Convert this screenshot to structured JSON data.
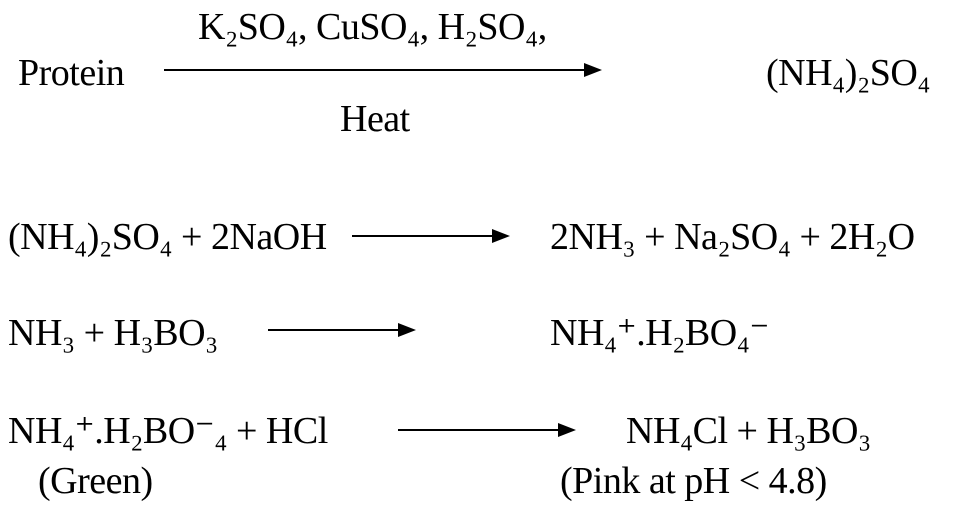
{
  "reaction1": {
    "reactant": "Protein",
    "conditions_top": "K₂SO₄, CuSO₄, H₂SO₄,",
    "conditions_bottom": "Heat",
    "product": "(NH₄)₂SO₄"
  },
  "reaction2": {
    "reactants": "(NH₄)₂SO₄ + 2NaOH",
    "products": "2NH₃ + Na₂SO₄ + 2H₂O"
  },
  "reaction3": {
    "reactants": "NH₃ + H₃BO₃",
    "products": "NH₄⁺.H₂BO₄⁻"
  },
  "reaction4": {
    "reactants": "NH₄⁺.H₂BO⁻₄ + HCl",
    "reactant_note": "(Green)",
    "products": "NH₄Cl + H₃BO₃",
    "product_note": "(Pink at pH < 4.8)"
  }
}
